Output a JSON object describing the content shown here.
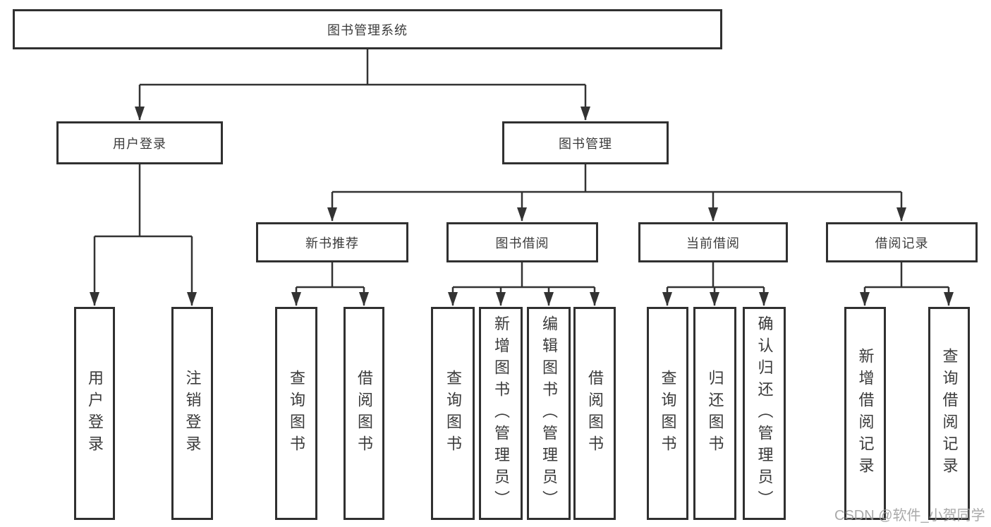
{
  "diagram": {
    "root": {
      "label": "图书管理系统"
    },
    "branches": [
      {
        "label": "用户登录",
        "children": [
          {
            "label": "用户登录"
          },
          {
            "label": "注销登录"
          }
        ]
      },
      {
        "label": "图书管理",
        "children": [
          {
            "label": "新书推荐",
            "children": [
              {
                "label": "查询图书"
              },
              {
                "label": "借阅图书"
              }
            ]
          },
          {
            "label": "图书借阅",
            "children": [
              {
                "label": "查询图书"
              },
              {
                "label": "新增图书（管理员）"
              },
              {
                "label": "编辑图书（管理员）"
              },
              {
                "label": "借阅图书"
              }
            ]
          },
          {
            "label": "当前借阅",
            "children": [
              {
                "label": "查询图书"
              },
              {
                "label": "归还图书"
              },
              {
                "label": "确认归还（管理员）"
              }
            ]
          },
          {
            "label": "借阅记录",
            "children": [
              {
                "label": "新增借阅记录"
              },
              {
                "label": "查询借阅记录"
              }
            ]
          }
        ]
      }
    ],
    "colors": {
      "line": "#333333",
      "box_border": "#303030",
      "text": "#3b3b3b",
      "background": "#ffffff"
    }
  },
  "watermark": {
    "text": "CSDN @软件_小贺同学",
    "color": "#9b9b9b"
  }
}
